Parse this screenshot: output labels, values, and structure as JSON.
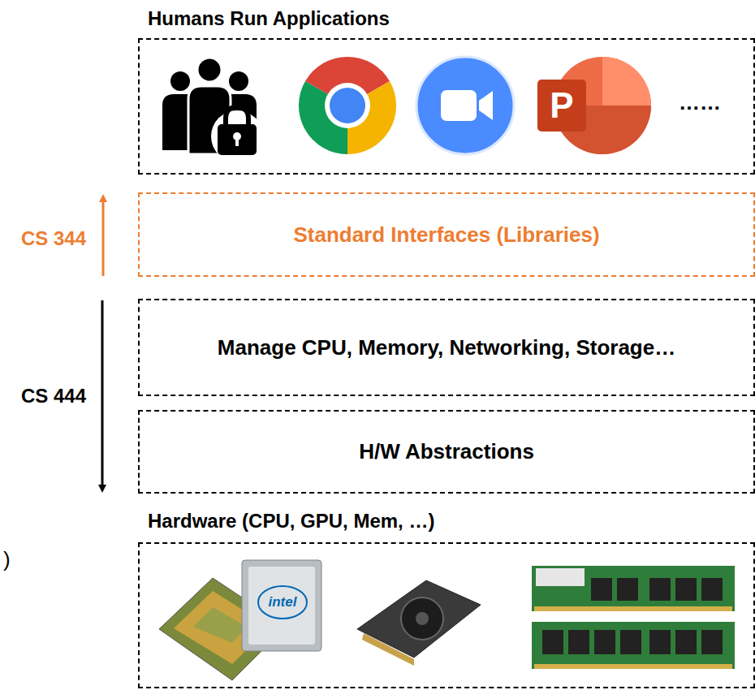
{
  "diagram": {
    "nodes": [
      {
        "text": [
          "Humans Run Applications",
          "……"
        ]
      },
      {
        "text": [
          "Standard Interfaces (Libraries)"
        ]
      },
      {
        "text": [
          "Manage CPU, Memory, Networking, Storage…"
        ]
      },
      {
        "text": [
          "H/W Abstractions"
        ]
      },
      {
        "text": [
          "Hardware (CPU, GPU, Mem, …)"
        ]
      }
    ],
    "labels": [
      "CS 344",
      "CS 444",
      "P",
      "intel",
      ")"
    ]
  }
}
